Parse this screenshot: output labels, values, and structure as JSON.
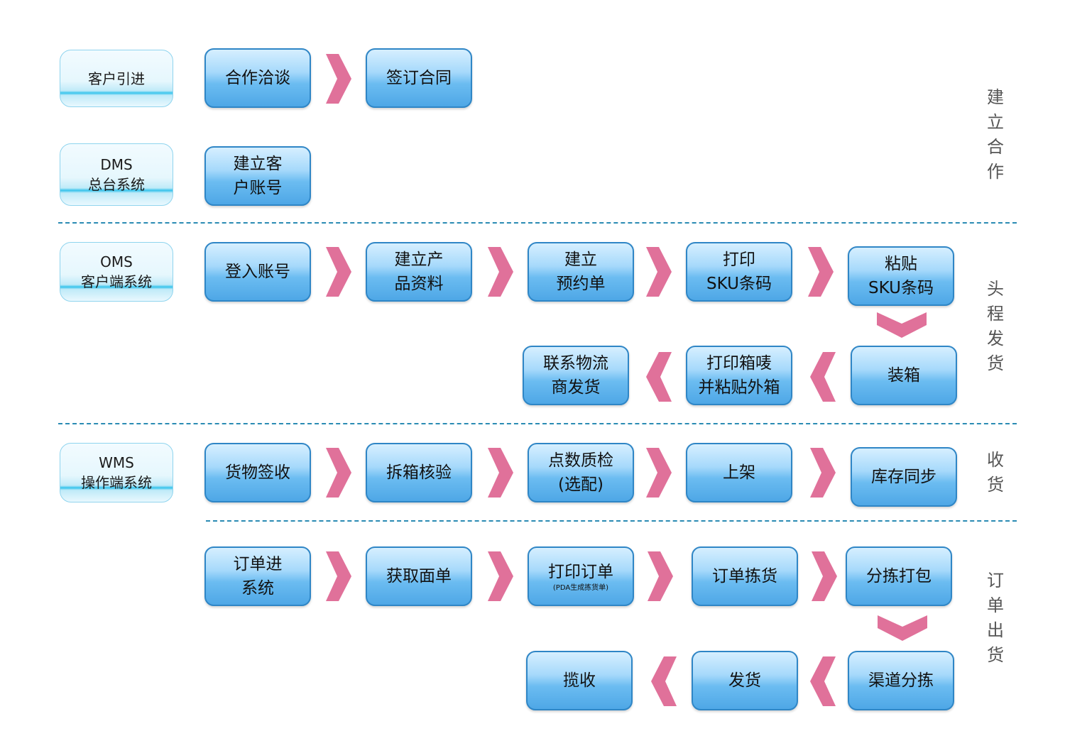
{
  "sections": [
    {
      "label": "建立合作",
      "chars": [
        "建",
        "立",
        "合",
        "作"
      ]
    },
    {
      "label": "头程发货",
      "chars": [
        "头",
        "程",
        "发",
        "货"
      ]
    },
    {
      "label": "收货",
      "chars": [
        "收",
        "货"
      ]
    },
    {
      "label": "订单出货",
      "chars": [
        "订",
        "单",
        "出",
        "货"
      ]
    }
  ],
  "systems": {
    "customer": {
      "line1": "客户引进",
      "line2": ""
    },
    "dms": {
      "line1": "DMS",
      "line2": "总台系统"
    },
    "oms": {
      "line1": "OMS",
      "line2": "客户端系统"
    },
    "wms": {
      "line1": "WMS",
      "line2": "操作端系统"
    }
  },
  "steps": {
    "negotiate": {
      "line1": "合作洽谈",
      "line2": ""
    },
    "sign_contract": {
      "line1": "签订合同",
      "line2": ""
    },
    "create_account": {
      "line1": "建立客",
      "line2": "户账号"
    },
    "login": {
      "line1": "登入账号",
      "line2": ""
    },
    "product_info": {
      "line1": "建立产",
      "line2": "品资料"
    },
    "booking": {
      "line1": "建立",
      "line2": "预约单"
    },
    "print_sku": {
      "line1": "打印",
      "line2": "SKU条码"
    },
    "paste_sku": {
      "line1": "粘贴",
      "line2": "SKU条码"
    },
    "packing": {
      "line1": "装箱",
      "line2": ""
    },
    "print_box_label": {
      "line1": "打印箱唛",
      "line2": "并粘贴外箱"
    },
    "contact_logistics": {
      "line1": "联系物流",
      "line2": "商发货"
    },
    "receive_goods": {
      "line1": "货物签收",
      "line2": ""
    },
    "unbox_check": {
      "line1": "拆箱核验",
      "line2": ""
    },
    "count_qc": {
      "line1": "点数质检",
      "line2": "(选配)"
    },
    "shelving": {
      "line1": "上架",
      "line2": ""
    },
    "stock_sync": {
      "line1": "库存同步",
      "line2": ""
    },
    "order_in": {
      "line1": "订单进",
      "line2": "系统"
    },
    "get_waybill": {
      "line1": "获取面单",
      "line2": ""
    },
    "print_order": {
      "line1": "打印订单",
      "line2": "(PDA生成拣货单)"
    },
    "order_picking": {
      "line1": "订单拣货",
      "line2": ""
    },
    "sort_pack": {
      "line1": "分拣打包",
      "line2": ""
    },
    "channel_sort": {
      "line1": "渠道分拣",
      "line2": ""
    },
    "ship": {
      "line1": "发货",
      "line2": ""
    },
    "pickup": {
      "line1": "揽收",
      "line2": ""
    }
  },
  "colors": {
    "arrow": "#e0719a",
    "box_border": "#2f86c6",
    "dash": "#2a8bb3",
    "system_band": "#35c3ec"
  }
}
